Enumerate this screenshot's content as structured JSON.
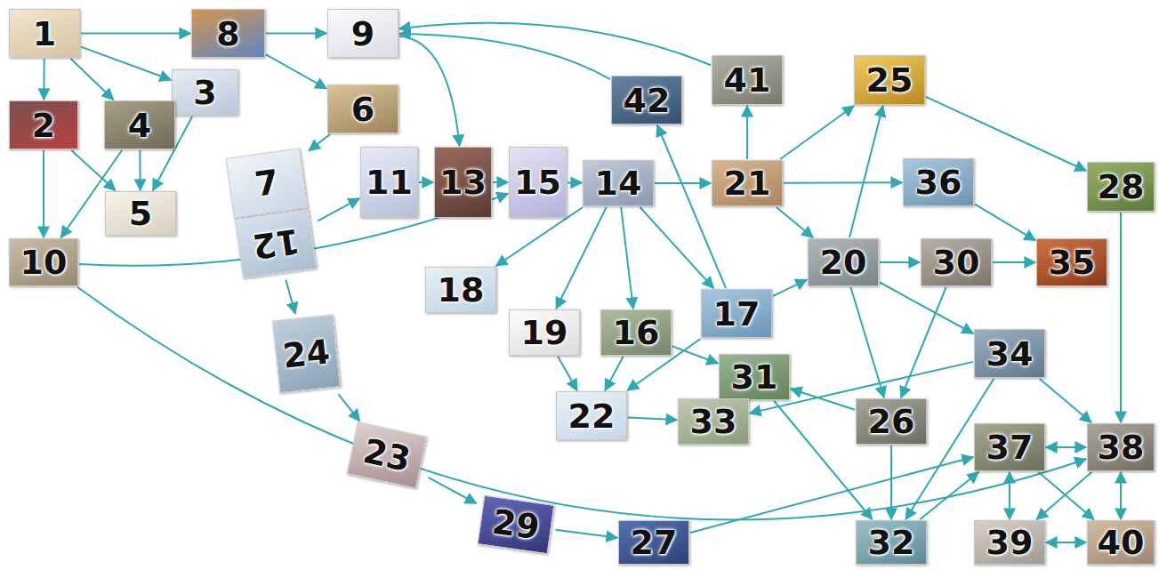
{
  "diagram": {
    "nodes": [
      {
        "text": [
          "1"
        ]
      },
      {
        "text": [
          "2"
        ]
      },
      {
        "text": [
          "3"
        ]
      },
      {
        "text": [
          "4"
        ]
      },
      {
        "text": [
          "5"
        ]
      },
      {
        "text": [
          "6"
        ]
      },
      {
        "text": [
          "7"
        ]
      },
      {
        "text": [
          "8"
        ]
      },
      {
        "text": [
          "9"
        ]
      },
      {
        "text": [
          "10"
        ]
      },
      {
        "text": [
          "11"
        ]
      },
      {
        "text": [
          "12"
        ]
      },
      {
        "text": [
          "13"
        ]
      },
      {
        "text": [
          "14"
        ]
      },
      {
        "text": [
          "15"
        ]
      },
      {
        "text": [
          "16"
        ]
      },
      {
        "text": [
          "17"
        ]
      },
      {
        "text": [
          "18"
        ]
      },
      {
        "text": [
          "19"
        ]
      },
      {
        "text": [
          "20"
        ]
      },
      {
        "text": [
          "21"
        ]
      },
      {
        "text": [
          "22"
        ]
      },
      {
        "text": [
          "23"
        ]
      },
      {
        "text": [
          "24"
        ]
      },
      {
        "text": [
          "25"
        ]
      },
      {
        "text": [
          "26"
        ]
      },
      {
        "text": [
          "27"
        ]
      },
      {
        "text": [
          "28"
        ]
      },
      {
        "text": [
          "29"
        ]
      },
      {
        "text": [
          "30"
        ]
      },
      {
        "text": [
          "31"
        ]
      },
      {
        "text": [
          "32"
        ]
      },
      {
        "text": [
          "33"
        ]
      },
      {
        "text": [
          "34"
        ]
      },
      {
        "text": [
          "35"
        ]
      },
      {
        "text": [
          "36"
        ]
      },
      {
        "text": [
          "37"
        ]
      },
      {
        "text": [
          "38"
        ]
      },
      {
        "text": [
          "39"
        ]
      },
      {
        "text": [
          "40"
        ]
      },
      {
        "text": [
          "41"
        ]
      },
      {
        "text": [
          "42"
        ]
      }
    ],
    "edges": [
      {
        "from": 0,
        "to": 7,
        "arrow": "to"
      },
      {
        "from": 0,
        "to": 1,
        "arrow": "to"
      },
      {
        "from": 0,
        "to": 3,
        "arrow": "to"
      },
      {
        "from": 0,
        "to": 2,
        "arrow": "to"
      },
      {
        "from": 7,
        "to": 8,
        "arrow": "to"
      },
      {
        "from": 7,
        "to": 5,
        "arrow": "to"
      },
      {
        "from": 1,
        "to": 9,
        "arrow": "to"
      },
      {
        "from": 1,
        "to": 4,
        "arrow": "to"
      },
      {
        "from": 3,
        "to": 4,
        "arrow": "to"
      },
      {
        "from": 3,
        "to": 9,
        "arrow": "to"
      },
      {
        "from": 2,
        "to": 4,
        "arrow": "to"
      },
      {
        "from": 5,
        "to": 6,
        "arrow": "to"
      },
      {
        "from": 8,
        "to": 12,
        "arrow": "to"
      },
      {
        "from": 41,
        "to": 8,
        "arrow": "to"
      },
      {
        "from": 40,
        "to": 8,
        "arrow": "to"
      },
      {
        "from": 11,
        "to": 10,
        "arrow": "to"
      },
      {
        "from": 11,
        "to": 23,
        "arrow": "to"
      },
      {
        "from": 10,
        "to": 12,
        "arrow": "to"
      },
      {
        "from": 12,
        "to": 14,
        "arrow": "to"
      },
      {
        "from": 14,
        "to": 13,
        "arrow": "to"
      },
      {
        "from": 9,
        "to": 14,
        "arrow": "to"
      },
      {
        "from": 9,
        "to": 37,
        "arrow": "to"
      },
      {
        "from": 13,
        "to": 20,
        "arrow": "to"
      },
      {
        "from": 13,
        "to": 17,
        "arrow": "to"
      },
      {
        "from": 13,
        "to": 18,
        "arrow": "to"
      },
      {
        "from": 13,
        "to": 15,
        "arrow": "to"
      },
      {
        "from": 13,
        "to": 16,
        "arrow": "to"
      },
      {
        "from": 16,
        "to": 41,
        "arrow": "to"
      },
      {
        "from": 16,
        "to": 19,
        "arrow": "to"
      },
      {
        "from": 16,
        "to": 21,
        "arrow": "to"
      },
      {
        "from": 20,
        "to": 40,
        "arrow": "to"
      },
      {
        "from": 20,
        "to": 24,
        "arrow": "to"
      },
      {
        "from": 20,
        "to": 35,
        "arrow": "to"
      },
      {
        "from": 20,
        "to": 19,
        "arrow": "to"
      },
      {
        "from": 24,
        "to": 27,
        "arrow": "to"
      },
      {
        "from": 27,
        "to": 37,
        "arrow": "to"
      },
      {
        "from": 35,
        "to": 34,
        "arrow": "to"
      },
      {
        "from": 19,
        "to": 24,
        "arrow": "to"
      },
      {
        "from": 19,
        "to": 29,
        "arrow": "to"
      },
      {
        "from": 19,
        "to": 25,
        "arrow": "to"
      },
      {
        "from": 19,
        "to": 33,
        "arrow": "to"
      },
      {
        "from": 29,
        "to": 34,
        "arrow": "to"
      },
      {
        "from": 29,
        "to": 25,
        "arrow": "to"
      },
      {
        "from": 15,
        "to": 21,
        "arrow": "to"
      },
      {
        "from": 15,
        "to": 30,
        "arrow": "to"
      },
      {
        "from": 18,
        "to": 21,
        "arrow": "to"
      },
      {
        "from": 21,
        "to": 32,
        "arrow": "to"
      },
      {
        "from": 33,
        "to": 32,
        "arrow": "to"
      },
      {
        "from": 33,
        "to": 37,
        "arrow": "to"
      },
      {
        "from": 33,
        "to": 31,
        "arrow": "to"
      },
      {
        "from": 25,
        "to": 30,
        "arrow": "to"
      },
      {
        "from": 25,
        "to": 31,
        "arrow": "to"
      },
      {
        "from": 30,
        "to": 31,
        "arrow": "to"
      },
      {
        "from": 31,
        "to": 36,
        "arrow": "to"
      },
      {
        "from": 26,
        "to": 36,
        "arrow": "to"
      },
      {
        "from": 23,
        "to": 22,
        "arrow": "to"
      },
      {
        "from": 22,
        "to": 28,
        "arrow": "to"
      },
      {
        "from": 28,
        "to": 26,
        "arrow": "to"
      },
      {
        "from": 36,
        "to": 37,
        "arrow": "both"
      },
      {
        "from": 37,
        "to": 39,
        "arrow": "both"
      },
      {
        "from": 36,
        "to": 38,
        "arrow": "both"
      },
      {
        "from": 36,
        "to": 39,
        "arrow": "to"
      },
      {
        "from": 37,
        "to": 38,
        "arrow": "to"
      },
      {
        "from": 38,
        "to": 39,
        "arrow": "both"
      }
    ]
  }
}
